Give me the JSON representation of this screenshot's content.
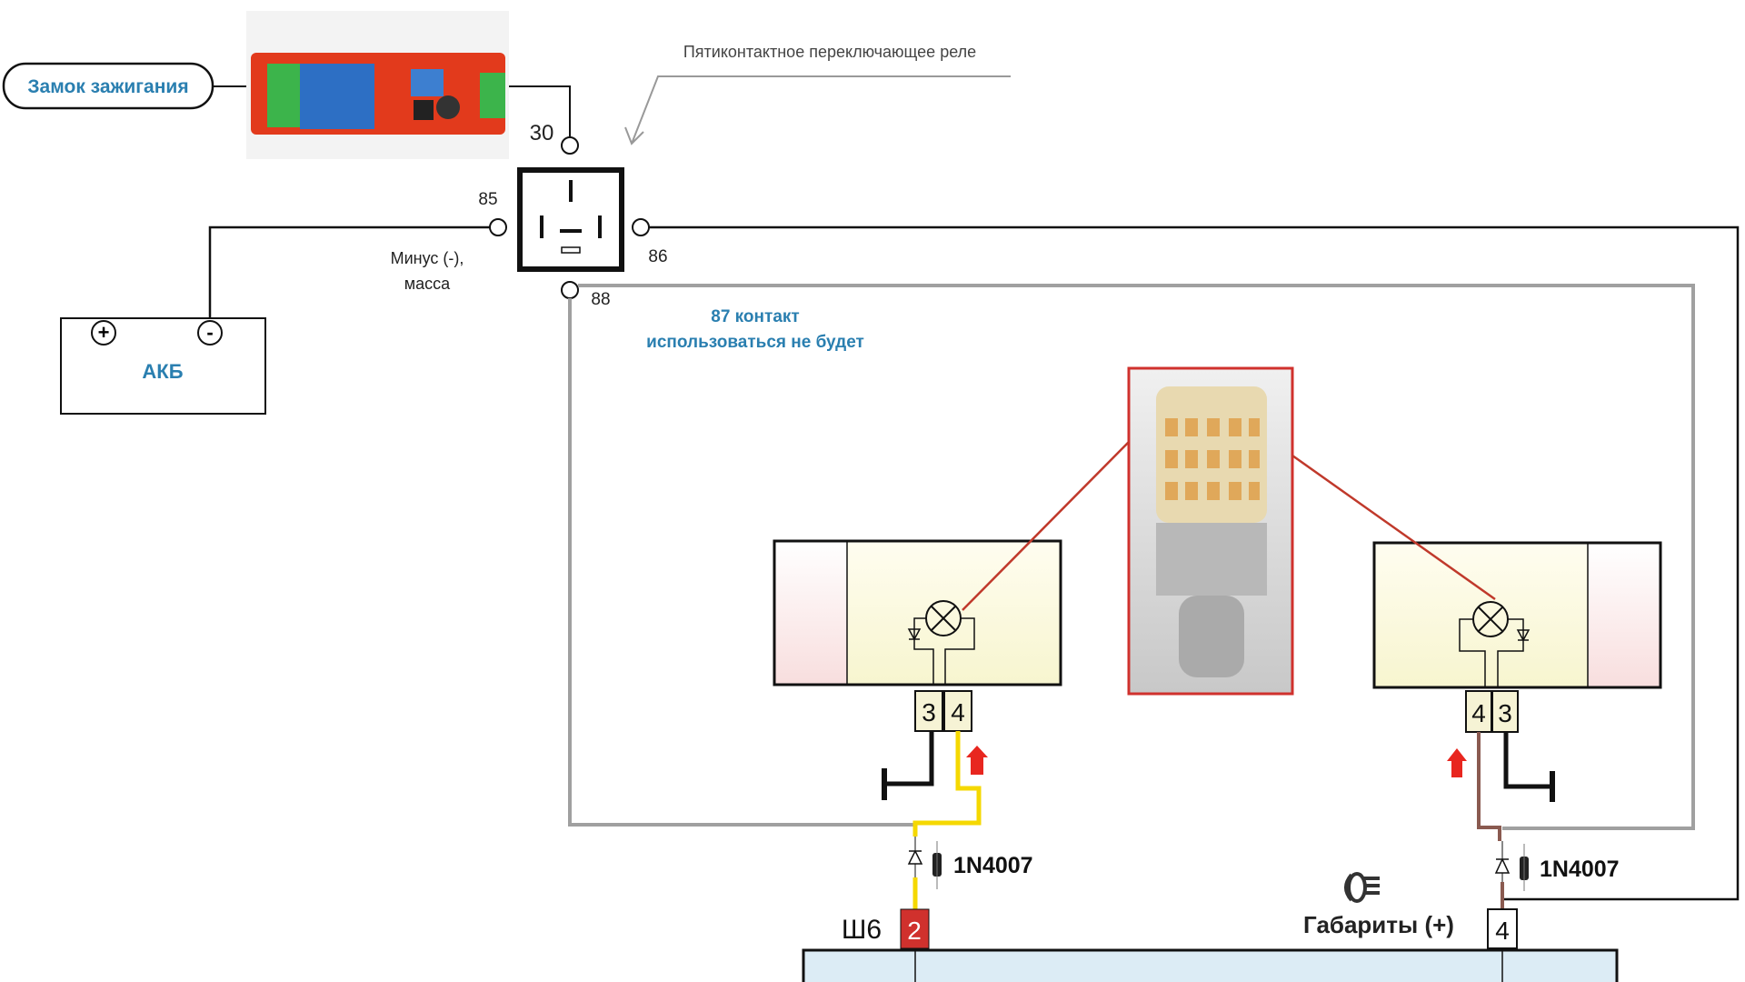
{
  "ignition_lock": "Замок зажигания",
  "relay_title": "Пятиконтактное переключающее реле",
  "relay_pins": {
    "p30": "30",
    "p85": "85",
    "p86": "86",
    "p88": "88"
  },
  "ground_note": [
    "Минус (-),",
    "масса"
  ],
  "contact87_note": [
    "87 контакт",
    "использоваться не будет"
  ],
  "battery": {
    "label": "АКБ",
    "plus": "+",
    "minus": "-"
  },
  "left_lamp_pins": [
    "3",
    "4"
  ],
  "right_lamp_pins": [
    "4",
    "3"
  ],
  "diode_left": "1N4007",
  "diode_right": "1N4007",
  "connector": {
    "name": "Ш6",
    "pin": "2"
  },
  "parking_lights": {
    "label": "Габариты (+)",
    "pin": "4",
    "icon": "parking-light-icon"
  },
  "colors": {
    "accent_blue": "#2a7fb0",
    "bulb_frame": "#d0312d",
    "yellow_wire": "#f5d800",
    "brown_wire": "#8a5a50",
    "gray_wire": "#a0a0a0"
  }
}
